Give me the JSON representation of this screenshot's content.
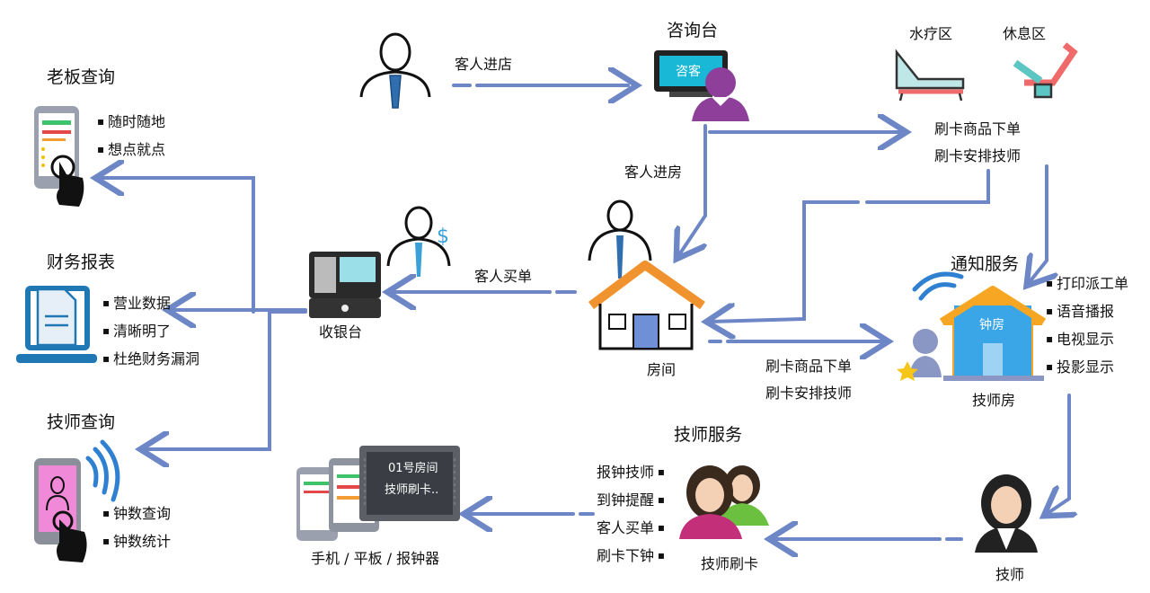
{
  "headings": {
    "boss": "老板查询",
    "finance": "财务报表",
    "tech_query": "技师查询",
    "reception": "咨询台",
    "spa": "水疗区",
    "lounge": "休息区",
    "notify": "通知服务",
    "tech_service": "技师服务"
  },
  "labels": {
    "cashier": "收银台",
    "room": "房间",
    "tech_room": "技师房",
    "technician": "技师",
    "devices": "手机 / 平板 / 报钟器",
    "tech_card": "技师刷卡",
    "screen_room": "钟房",
    "reception_screen": "咨客",
    "device_line1": "01号房间",
    "device_line2": "技师刷卡.."
  },
  "flows": {
    "enter_store": "客人进店",
    "enter_room": "客人进房",
    "checkout": "客人买单",
    "top_order": "刷卡商品下单",
    "top_assign": "刷卡安排技师",
    "mid_order": "刷卡商品下单",
    "mid_assign": "刷卡安排技师"
  },
  "lists": {
    "boss": [
      "随时随地",
      "想点就点"
    ],
    "finance": [
      "营业数据",
      "清晰明了",
      "杜绝财务漏洞"
    ],
    "tech_query": [
      "钟数查询",
      "钟数统计"
    ],
    "notify": [
      "打印派工单",
      "语音播报",
      "电视显示",
      "投影显示"
    ],
    "tech_service": [
      "报钟技师",
      "到钟提醒",
      "客人买单",
      "刷卡下钟"
    ]
  },
  "colors": {
    "arrow": "#6d86c6",
    "house": "#f0922d",
    "phone": "#9aa0ad",
    "purple": "#8e3f9a"
  }
}
